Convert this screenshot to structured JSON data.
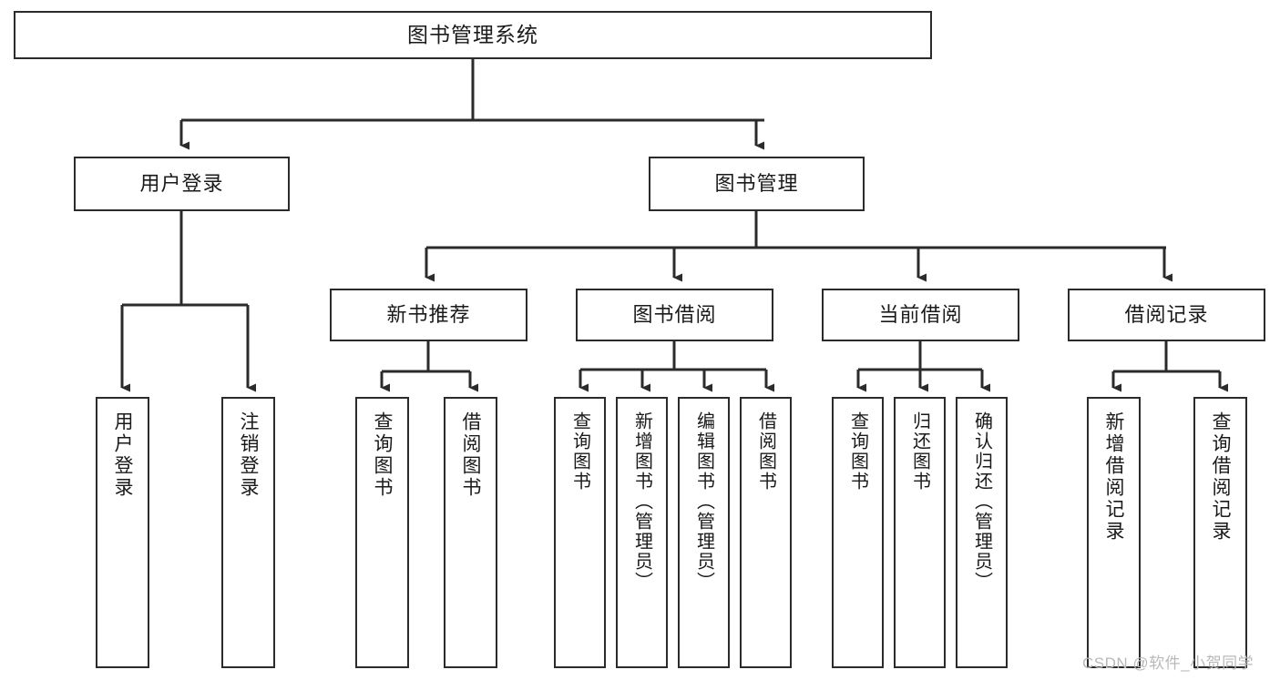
{
  "diagram": {
    "type": "tree",
    "title": "图书管理系统",
    "orientation": "top-down",
    "colors": {
      "box_border": "#2b2b2b",
      "box_fill": "#ffffff",
      "connector": "#2b2b2b",
      "text": "#1a1a1a",
      "watermark": "#b9b9b9",
      "background": "#ffffff"
    }
  },
  "watermark": {
    "text": "CSDN @软件_小贺同学"
  },
  "nodes": {
    "root": {
      "label": "图书管理系统",
      "level": 1
    },
    "level2": [
      {
        "id": "user-login",
        "label": "用户登录"
      },
      {
        "id": "book-management",
        "label": "图书管理"
      }
    ],
    "level3": [
      {
        "id": "new-book-recommend",
        "label": "新书推荐",
        "parent": "book-management"
      },
      {
        "id": "book-borrow",
        "label": "图书借阅",
        "parent": "book-management"
      },
      {
        "id": "current-borrow",
        "label": "当前借阅",
        "parent": "book-management"
      },
      {
        "id": "borrow-record",
        "label": "借阅记录",
        "parent": "book-management"
      }
    ],
    "leaves": [
      {
        "id": "leaf-user-login",
        "label": "用户登录",
        "parent": "user-login"
      },
      {
        "id": "leaf-logout",
        "label": "注销登录",
        "parent": "user-login"
      },
      {
        "id": "leaf-query-book-1",
        "label": "查询图书",
        "parent": "new-book-recommend"
      },
      {
        "id": "leaf-borrow-book-1",
        "label": "借阅图书",
        "parent": "new-book-recommend"
      },
      {
        "id": "leaf-query-book-2",
        "label": "查询图书",
        "parent": "book-borrow"
      },
      {
        "id": "leaf-add-book",
        "label": "新增图书（管理员）",
        "parent": "book-borrow"
      },
      {
        "id": "leaf-edit-book",
        "label": "编辑图书（管理员）",
        "parent": "book-borrow"
      },
      {
        "id": "leaf-borrow-book-2",
        "label": "借阅图书",
        "parent": "book-borrow"
      },
      {
        "id": "leaf-query-book-3",
        "label": "查询图书",
        "parent": "current-borrow"
      },
      {
        "id": "leaf-return-book",
        "label": "归还图书",
        "parent": "current-borrow"
      },
      {
        "id": "leaf-confirm-return",
        "label": "确认归还（管理员）",
        "parent": "current-borrow"
      },
      {
        "id": "leaf-add-record",
        "label": "新增借阅记录",
        "parent": "borrow-record"
      },
      {
        "id": "leaf-query-record",
        "label": "查询借阅记录",
        "parent": "borrow-record"
      }
    ]
  }
}
